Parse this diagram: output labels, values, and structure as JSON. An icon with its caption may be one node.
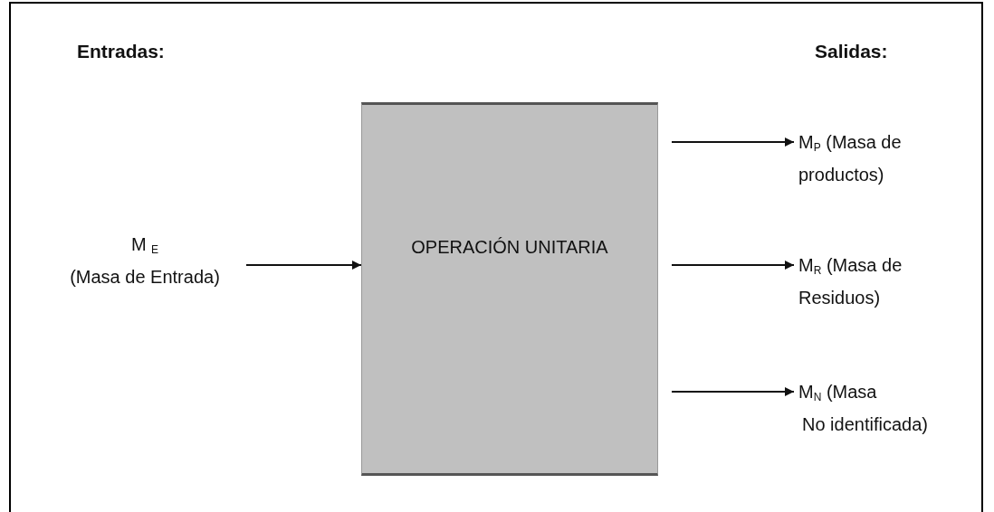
{
  "diagram": {
    "nodes": [
      {
        "text": [
          "OPERACIÓN UNITARIA"
        ]
      },
      {
        "text": [
          "M $_{E}$",
          "(Masa de Entrada)"
        ]
      },
      {
        "text": [
          "M$_{P}$ (Masa de productos)"
        ]
      },
      {
        "text": [
          "M$_{R}$ (Masa de Residuos)"
        ]
      },
      {
        "text": [
          "M$_{N}$ (Masa",
          "No identificada)"
        ]
      }
    ],
    "edges": [
      {
        "from": 1,
        "to": 0,
        "arrow": "to"
      },
      {
        "from": 0,
        "to": 2,
        "arrow": "to"
      },
      {
        "from": 0,
        "to": 3,
        "arrow": "to"
      },
      {
        "from": 0,
        "to": 4,
        "arrow": "to"
      }
    ],
    "labels": [
      "Entradas:",
      "Salidas:"
    ]
  }
}
